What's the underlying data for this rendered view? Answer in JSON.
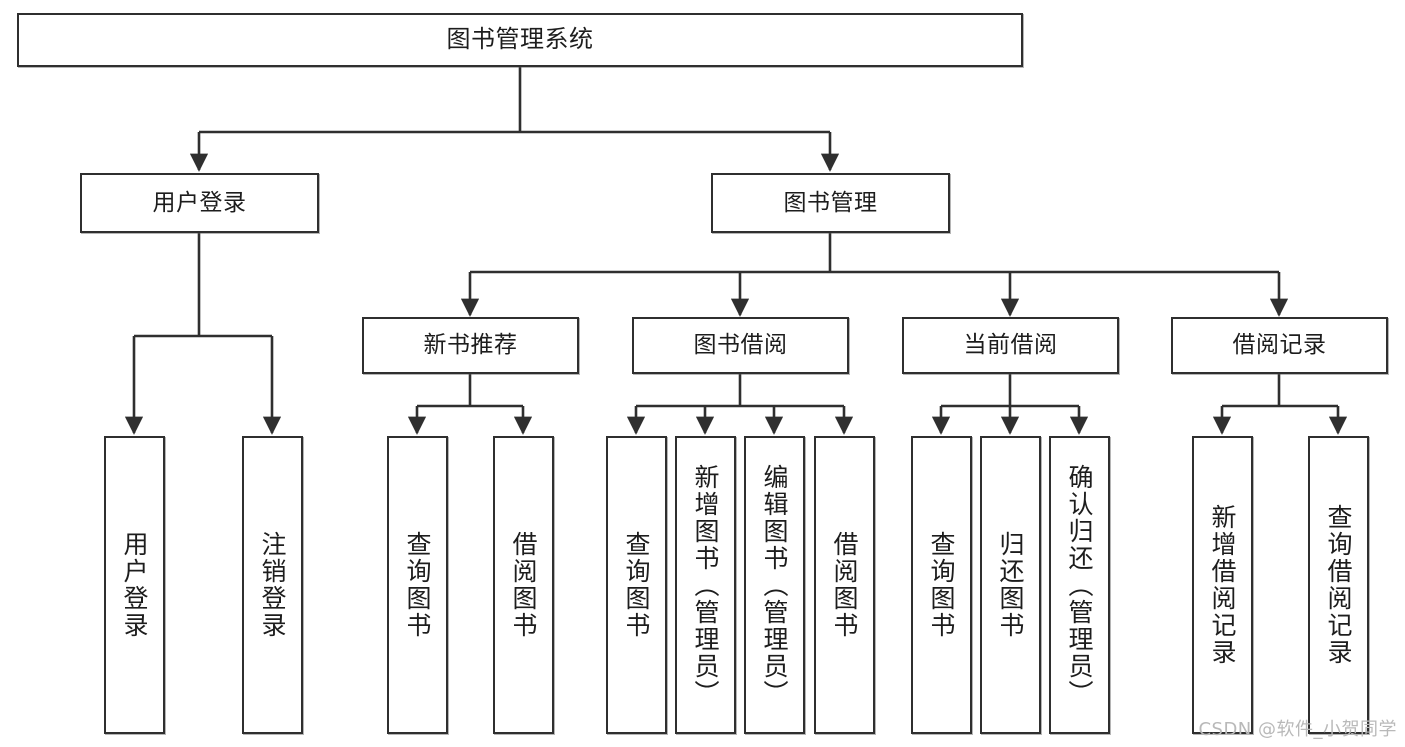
{
  "diagram": {
    "title": "图书管理系统",
    "type": "tree-hierarchy-chart",
    "watermark": "CSDN @软件_小贺同学",
    "colors": {
      "node_border": "#2f2f2f",
      "node_fill": "#ffffff",
      "edge": "#2f2f2f",
      "text": "#1d1d1d",
      "watermark": "#b9b9b9",
      "background": "#ffffff"
    },
    "root": {
      "label": "图书管理系统"
    },
    "level2": [
      {
        "id": "user-login",
        "label": "用户登录"
      },
      {
        "id": "book-manage",
        "label": "图书管理"
      }
    ],
    "level3": [
      {
        "id": "new-book-recommend",
        "label": "新书推荐"
      },
      {
        "id": "book-borrow",
        "label": "图书借阅"
      },
      {
        "id": "current-borrow",
        "label": "当前借阅"
      },
      {
        "id": "borrow-record",
        "label": "借阅记录"
      }
    ],
    "leaves": {
      "user_login": [
        {
          "id": "leaf-user-login",
          "label": "用户登录"
        },
        {
          "id": "leaf-logout-login",
          "label": "注销登录"
        }
      ],
      "new_book_recommend": [
        {
          "id": "leaf-query-book-1",
          "label": "查询图书"
        },
        {
          "id": "leaf-borrow-book-1",
          "label": "借阅图书"
        }
      ],
      "book_borrow": [
        {
          "id": "leaf-query-book-2",
          "label": "查询图书"
        },
        {
          "id": "leaf-add-book",
          "label": "新增图书（管理员）"
        },
        {
          "id": "leaf-edit-book",
          "label": "编辑图书（管理员）"
        },
        {
          "id": "leaf-borrow-book-2",
          "label": "借阅图书"
        }
      ],
      "current_borrow": [
        {
          "id": "leaf-query-book-3",
          "label": "查询图书"
        },
        {
          "id": "leaf-return-book",
          "label": "归还图书"
        },
        {
          "id": "leaf-confirm-return",
          "label": "确认归还（管理员）"
        }
      ],
      "borrow_record": [
        {
          "id": "leaf-add-record",
          "label": "新增借阅记录"
        },
        {
          "id": "leaf-query-record",
          "label": "查询借阅记录"
        }
      ]
    }
  }
}
